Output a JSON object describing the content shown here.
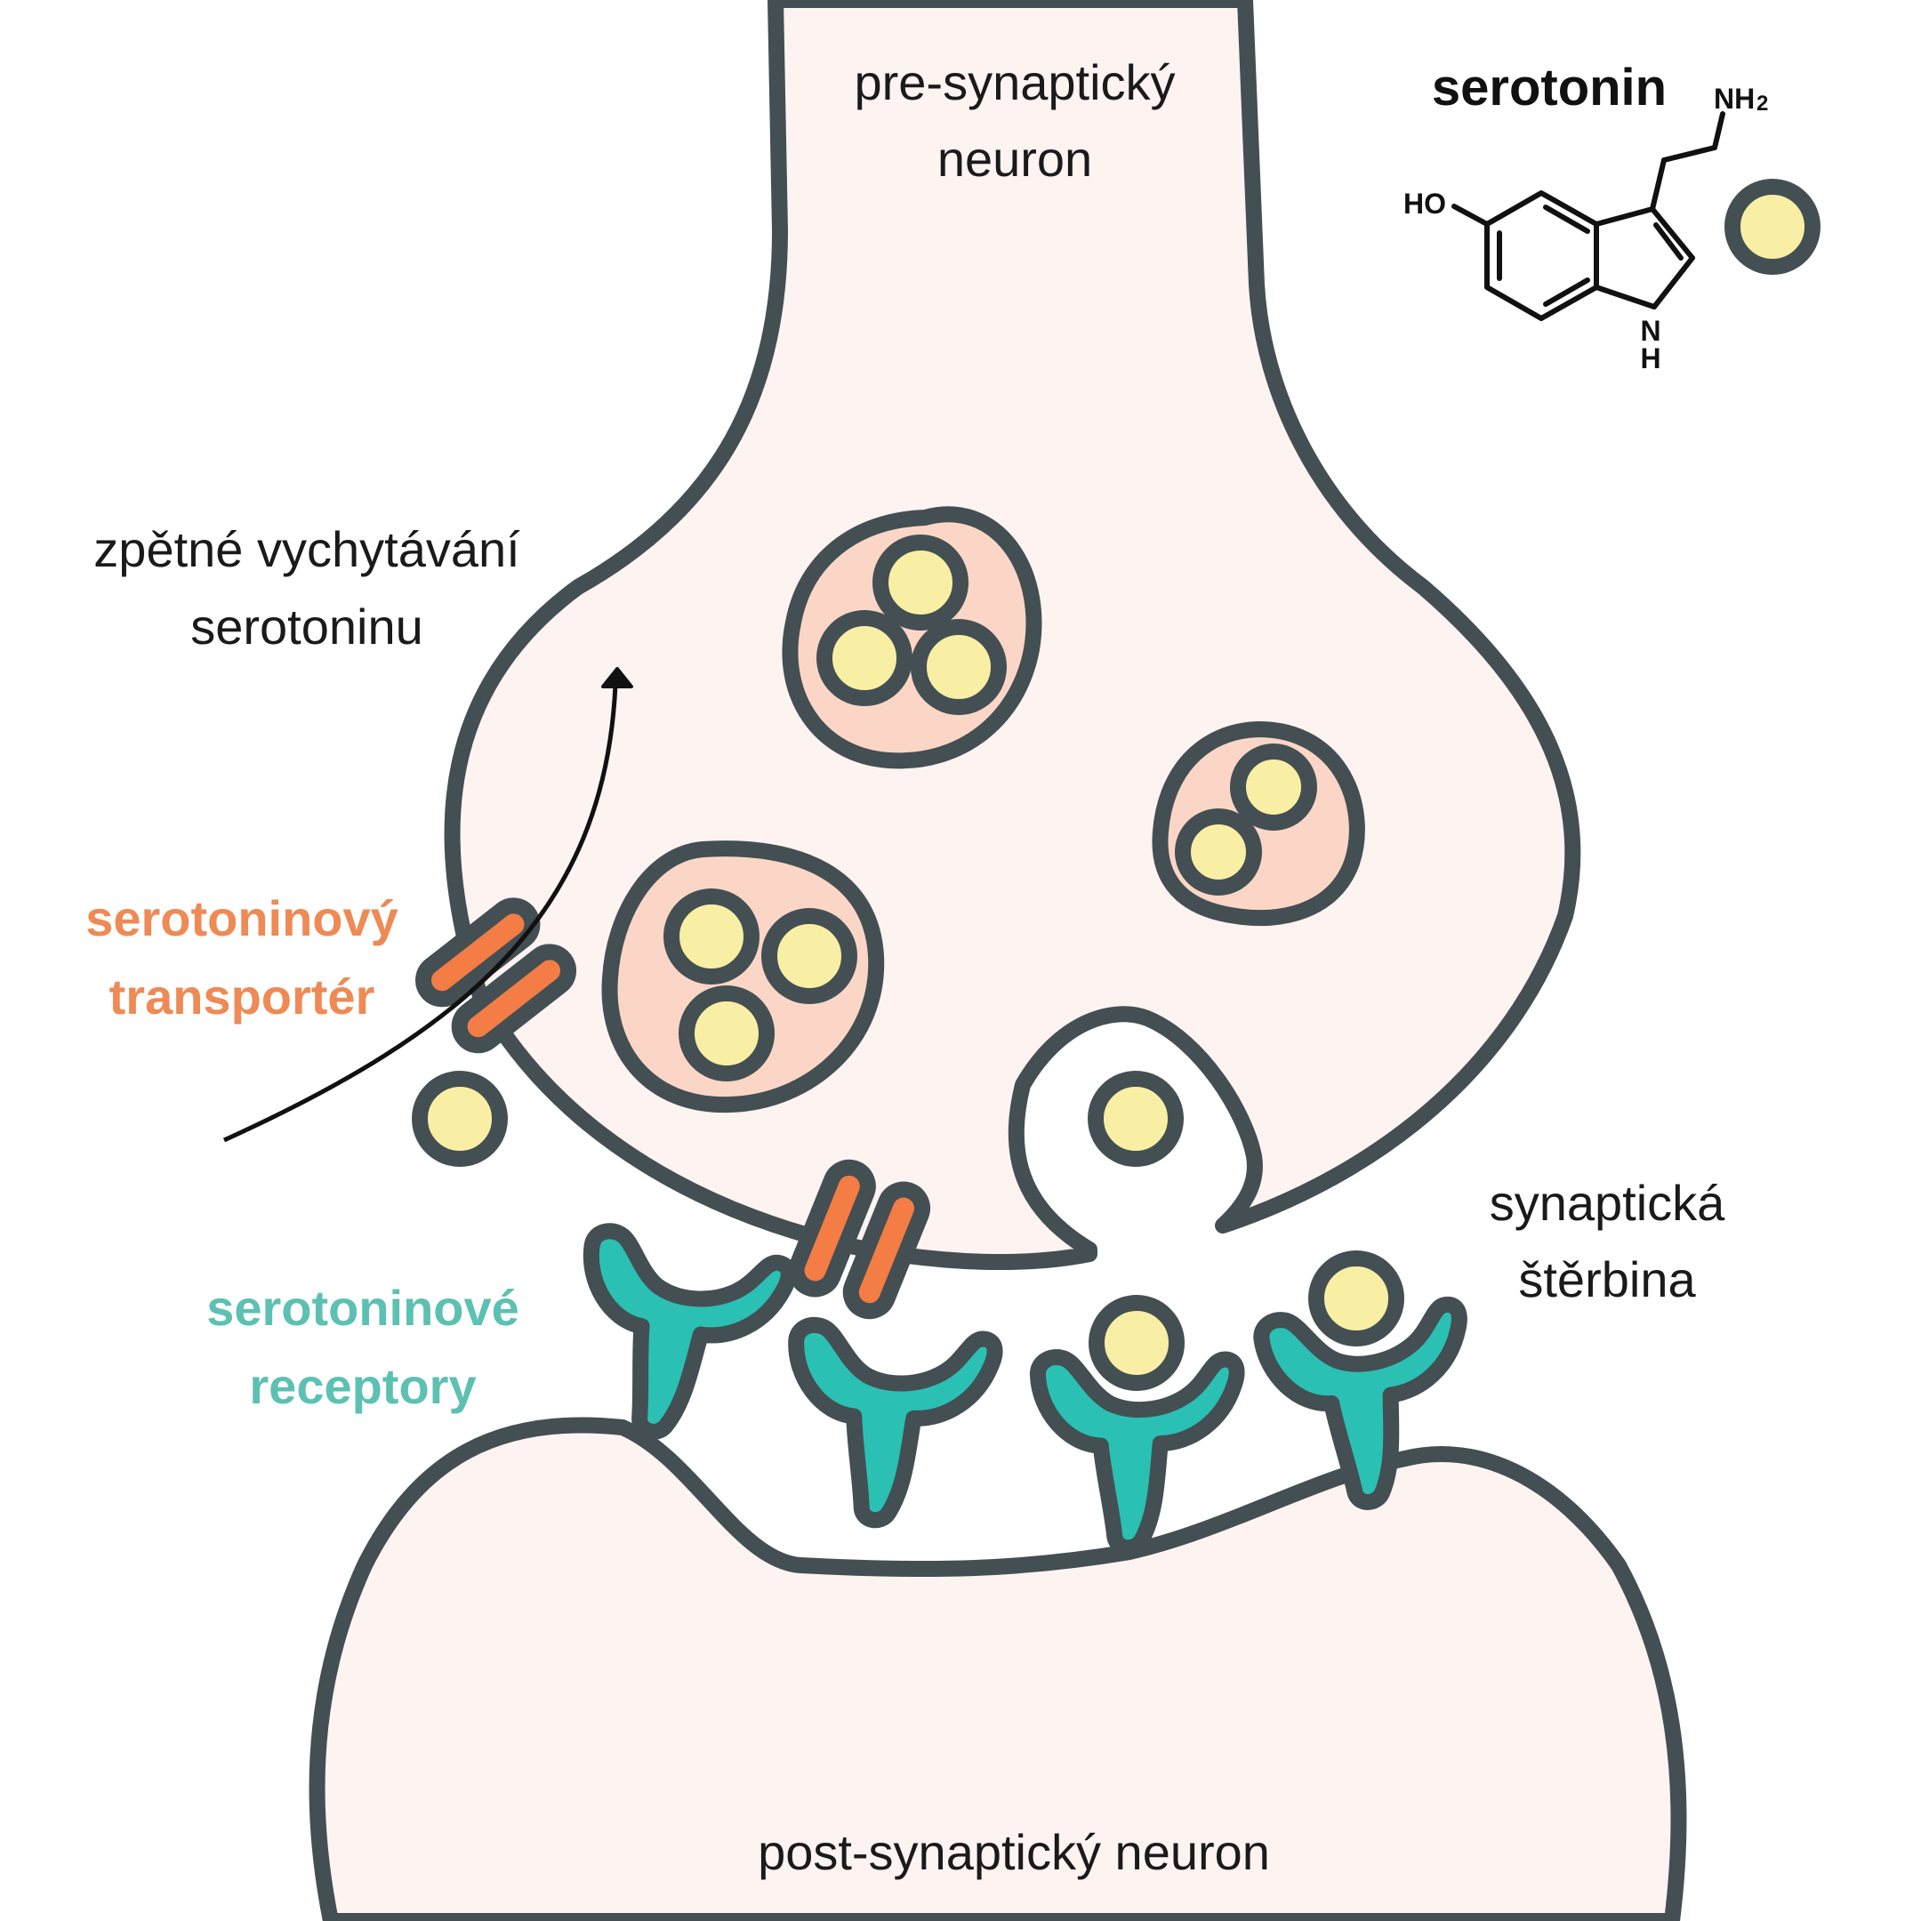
{
  "labels": {
    "pre_neuron_line1": "pre-synaptický",
    "pre_neuron_line2": "neuron",
    "post_neuron": "post-synaptický neuron",
    "reuptake_line1": "zpětné vychytávání",
    "reuptake_line2": "serotoninu",
    "transporter_line1": "serotoninový",
    "transporter_line2": "transportér",
    "receptors_line1": "serotoninové",
    "receptors_line2": "receptory",
    "cleft_line1": "synaptická",
    "cleft_line2": "štěrbina"
  },
  "molecule": {
    "title": "serotonin",
    "group_amine": "NH",
    "group_amine_sub": "2",
    "group_hydroxyl": "HO",
    "ring_n": "N",
    "ring_h": "H"
  },
  "colors": {
    "outline": "#434f52",
    "neuron_fill": "#fdf3f1",
    "vesicle_fill": "#fbd6c6",
    "serotonin_fill": "#f9efa4",
    "transporter": "#f47c45",
    "receptor": "#2bc0b4",
    "text_orange": "#ee8a55",
    "text_teal": "#5cc1b2"
  }
}
